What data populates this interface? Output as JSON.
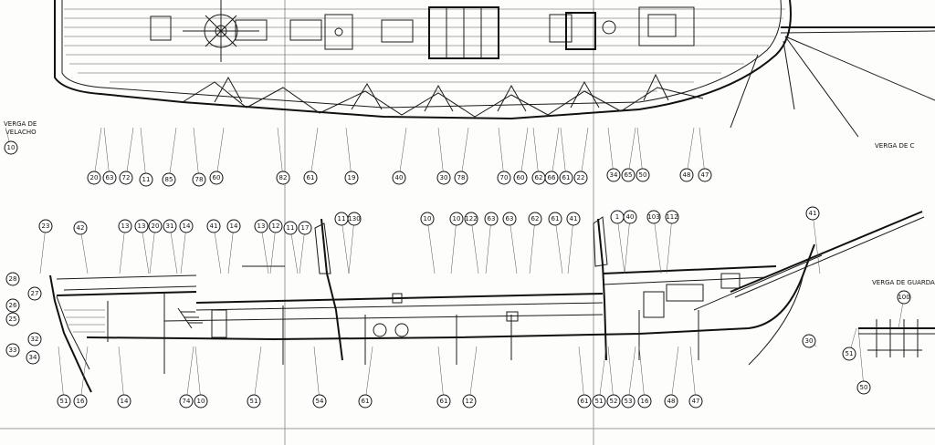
{
  "captions": {
    "verga_velacho_1": "VERGA DE",
    "verga_velacho_2": "VELACHO",
    "verga_cebadera": "VERGA DE C",
    "verga_guardacion": "VERGA DE GUARDACION"
  },
  "callouts": {
    "top": [
      "10",
      "20",
      "63",
      "72",
      "11",
      "85",
      "78",
      "60",
      "82",
      "61",
      "19",
      "40",
      "30",
      "78",
      "70",
      "60",
      "62",
      "66",
      "61",
      "22",
      "34",
      "65",
      "50",
      "48",
      "47"
    ],
    "side_top": [
      "23",
      "42",
      "13",
      "13",
      "20",
      "31",
      "14",
      "41",
      "14",
      "13",
      "12",
      "11",
      "17",
      "11",
      "130",
      "10",
      "10",
      "122",
      "63",
      "63",
      "62",
      "61",
      "41",
      "1",
      "40",
      "103",
      "112",
      "41"
    ],
    "side_left": [
      "28",
      "27",
      "26",
      "25",
      "33",
      "32",
      "34"
    ],
    "side_bottom": [
      "51",
      "16",
      "14",
      "74",
      "10",
      "51",
      "54",
      "61",
      "61",
      "12",
      "61",
      "51",
      "52",
      "53",
      "16",
      "48",
      "47",
      "30"
    ],
    "guard": [
      "100",
      "51",
      "50"
    ]
  }
}
